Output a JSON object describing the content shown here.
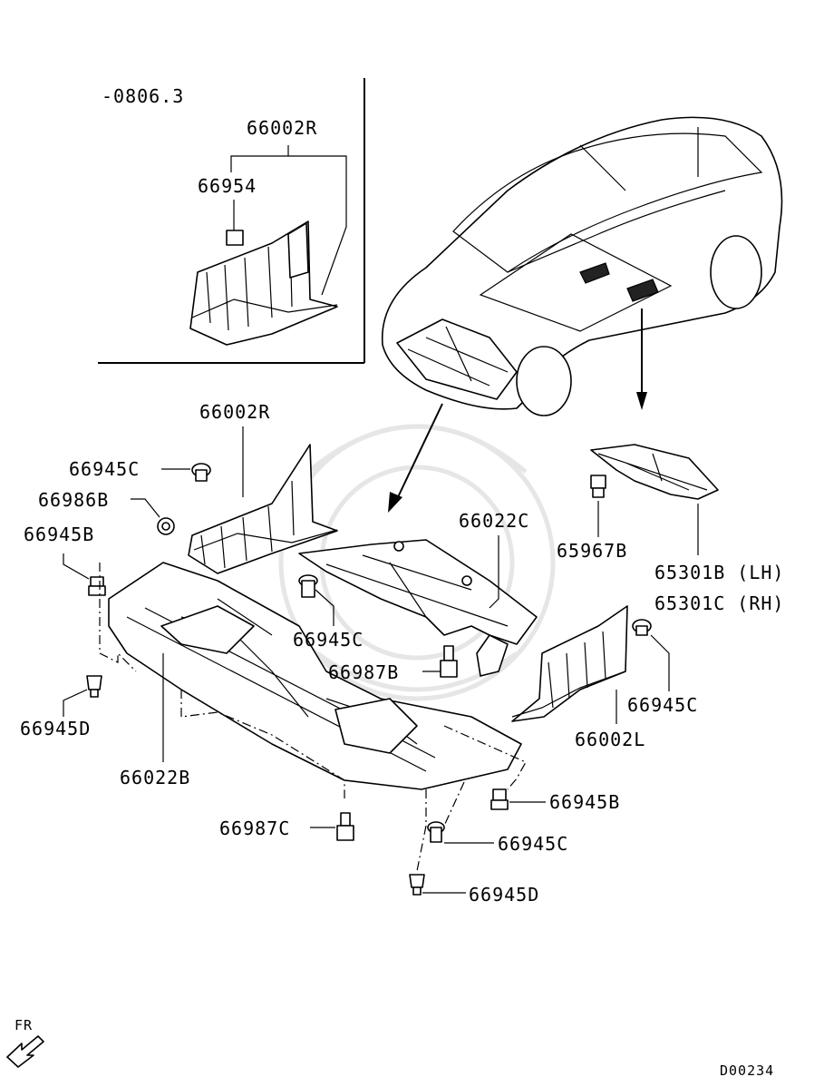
{
  "inset": {
    "range_label": "-0806.3",
    "part_66002R": "66002R",
    "part_66954": "66954"
  },
  "labels": {
    "p66002R": "66002R",
    "p66945C_a": "66945C",
    "p66986B": "66986B",
    "p66945B_a": "66945B",
    "p66945D_a": "66945D",
    "p66022B": "66022B",
    "p66945C_b": "66945C",
    "p66987B": "66987B",
    "p66022C": "66022C",
    "p65967B": "65967B",
    "p65301B": "65301B (LH)",
    "p65301C": "65301C (RH)",
    "p66945C_c": "66945C",
    "p66002L": "66002L",
    "p66945B_b": "66945B",
    "p66987C": "66987C",
    "p66945C_d": "66945C",
    "p66945D_b": "66945D"
  },
  "orientation": {
    "label": "FR",
    "icon": "front-arrow-icon"
  },
  "drawing_code": "D00234"
}
